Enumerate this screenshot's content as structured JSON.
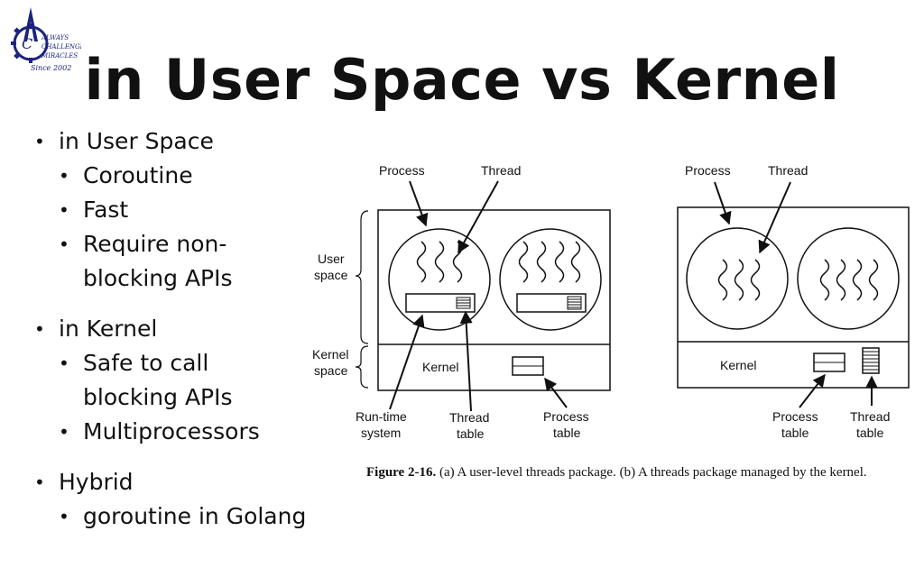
{
  "title": "in User Space vs Kernel",
  "logo": {
    "lines": [
      "ALWAYS",
      "CHALLENGE",
      "MIRACLES",
      "Since 2002"
    ]
  },
  "bullets": [
    {
      "text": "in User Space",
      "children": [
        "Coroutine",
        "Fast",
        "Require non-blocking APIs"
      ]
    },
    {
      "text": "in Kernel",
      "children": [
        "Safe to call blocking APIs",
        "Multiprocessors"
      ]
    },
    {
      "text": "Hybrid",
      "children": [
        "goroutine in Golang"
      ]
    }
  ],
  "figure": {
    "left": {
      "process_label": "Process",
      "thread_label": "Thread",
      "user_space_label": [
        "User",
        "space"
      ],
      "kernel_space_label": [
        "Kernel",
        "space"
      ],
      "kernel_label": "Kernel",
      "runtime_label": [
        "Run-time",
        "system"
      ],
      "thread_table_label": [
        "Thread",
        "table"
      ],
      "process_table_label": [
        "Process",
        "table"
      ]
    },
    "right": {
      "process_label": "Process",
      "thread_label": "Thread",
      "kernel_label": "Kernel",
      "process_table_label": [
        "Process",
        "table"
      ],
      "thread_table_label": [
        "Thread",
        "table"
      ]
    }
  },
  "caption": {
    "figure_id": "Figure 2-16.",
    "text": "(a) A user-level threads package. (b) A threads package managed by the kernel."
  }
}
